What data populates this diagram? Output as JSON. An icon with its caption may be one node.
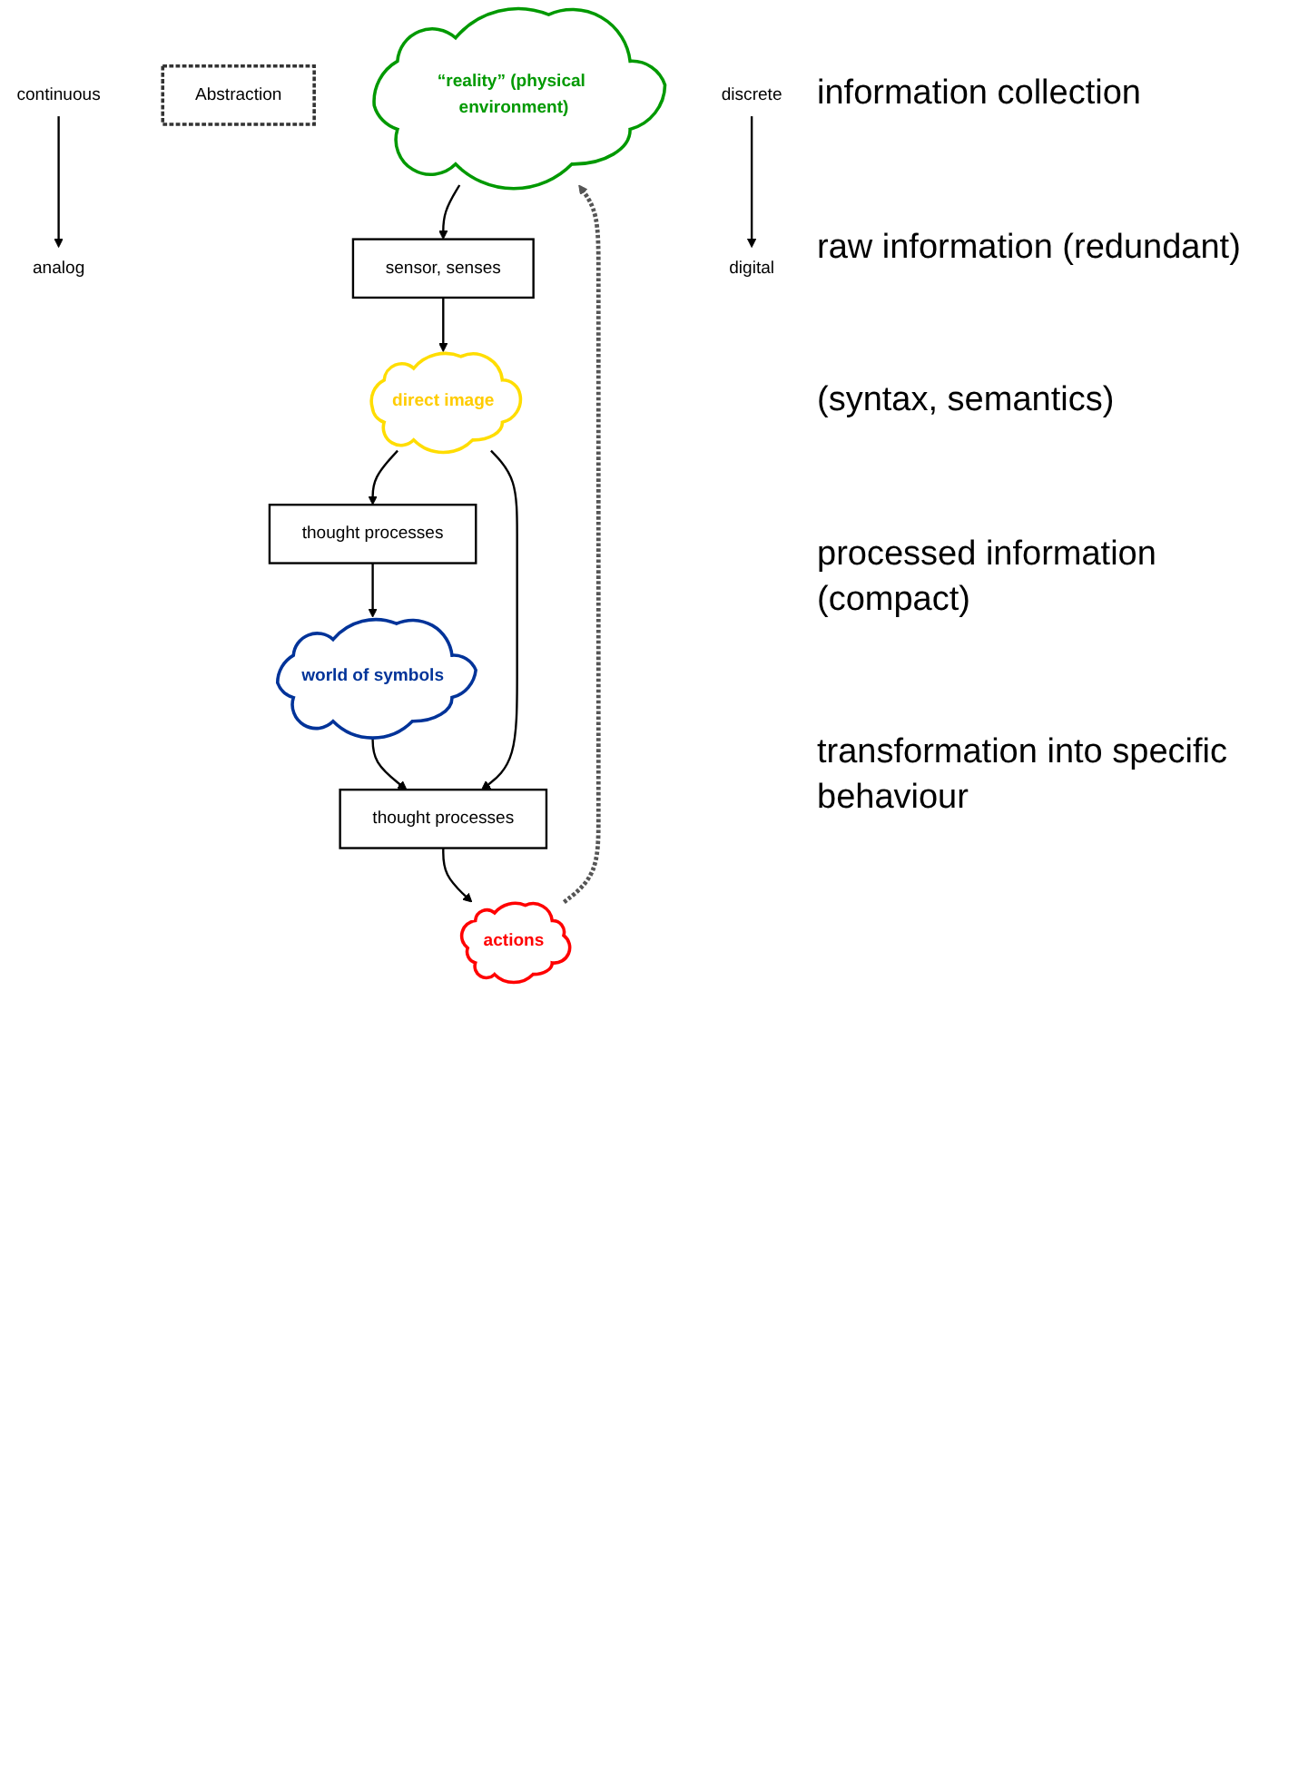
{
  "diagram": {
    "nodes": [
      {
        "text": [
          "“reality” (physical environment)"
        ]
      },
      {
        "text": [
          "sensor, senses"
        ]
      },
      {
        "text": [
          "direct image"
        ]
      },
      {
        "text": [
          "thought processes"
        ]
      },
      {
        "text": [
          "world of symbols"
        ]
      },
      {
        "text": [
          "thought processes"
        ]
      },
      {
        "text": [
          "actions"
        ]
      },
      {
        "text": [
          "Abstraction"
        ]
      },
      {
        "text": [
          "continuous"
        ]
      },
      {
        "text": [
          "analog"
        ]
      },
      {
        "text": [
          "discrete"
        ]
      },
      {
        "text": [
          "digital"
        ]
      }
    ],
    "edges": [
      {
        "from": 0,
        "to": 1,
        "arrow": "to"
      },
      {
        "from": 1,
        "to": 2,
        "arrow": "to"
      },
      {
        "from": 2,
        "to": 3,
        "arrow": "to"
      },
      {
        "from": 3,
        "to": 4,
        "arrow": "to"
      },
      {
        "from": 4,
        "to": 5,
        "arrow": "to"
      },
      {
        "from": 2,
        "to": 5,
        "arrow": "to"
      },
      {
        "from": 5,
        "to": 6,
        "arrow": "to"
      },
      {
        "from": 6,
        "to": 0,
        "arrow": "to",
        "style": "dashed",
        "color": "#555555"
      },
      {
        "from": 8,
        "to": 9,
        "arrow": "to"
      },
      {
        "from": 10,
        "to": 11,
        "arrow": "to"
      }
    ],
    "labels": [
      "information collection",
      "raw information (redundant)",
      "(syntax, semantics)",
      "processed information (compact)",
      "transformation into specific behaviour"
    ]
  }
}
